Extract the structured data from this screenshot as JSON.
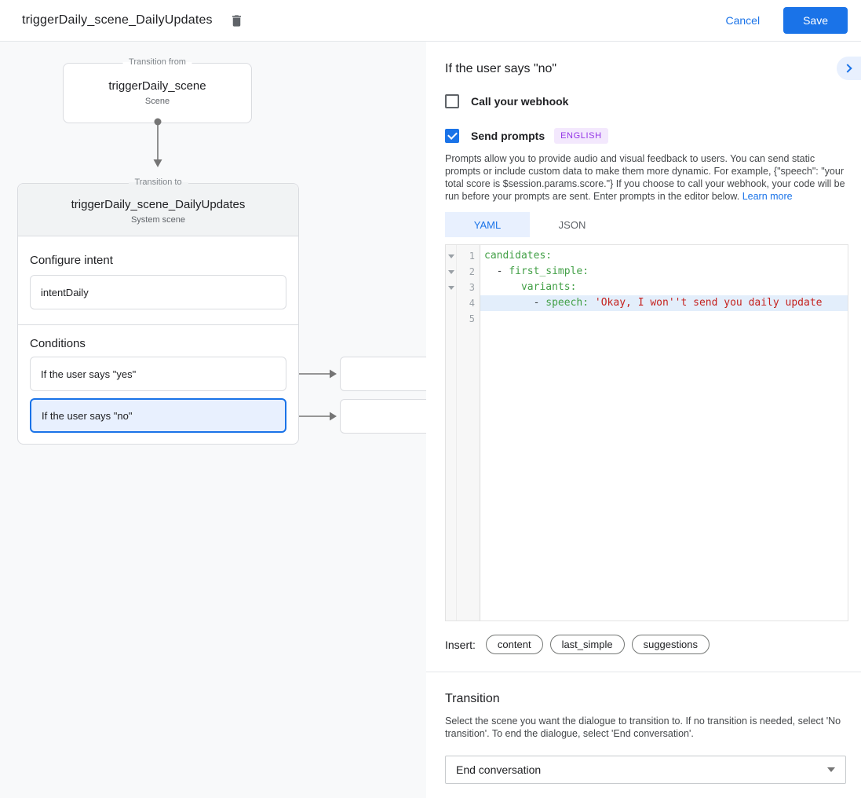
{
  "header": {
    "title": "triggerDaily_scene_DailyUpdates",
    "cancel_label": "Cancel",
    "save_label": "Save"
  },
  "canvas": {
    "from_box": {
      "legend": "Transition from",
      "title": "triggerDaily_scene",
      "subtitle": "Scene"
    },
    "to_box": {
      "legend": "Transition to",
      "title": "triggerDaily_scene_DailyUpdates",
      "subtitle": "System scene",
      "configure_intent_label": "Configure intent",
      "intent_value": "intentDaily",
      "conditions_label": "Conditions",
      "conditions": [
        {
          "label": "If the user says \"yes\"",
          "selected": false
        },
        {
          "label": "If the user says \"no\"",
          "selected": true
        }
      ]
    }
  },
  "panel": {
    "title": "If the user says \"no\"",
    "webhook_label": "Call your webhook",
    "send_prompts_label": "Send prompts",
    "language_badge": "ENGLISH",
    "prompts_description": "Prompts allow you to provide audio and visual feedback to users. You can send static prompts or include custom data to make them more dynamic. For example, {\"speech\": \"your total score is $session.params.score.\"} If you choose to call your webhook, your code will be run before your prompts are sent. Enter prompts in the editor below.",
    "learn_more_label": "Learn more",
    "tabs": {
      "yaml": "YAML",
      "json": "JSON"
    },
    "editor": {
      "lines": [
        {
          "num": "1",
          "fold": true,
          "highlight": false,
          "segments": [
            {
              "text": "candidates:",
              "type": "key"
            }
          ]
        },
        {
          "num": "2",
          "fold": true,
          "highlight": false,
          "segments": [
            {
              "text": "  - ",
              "type": "plain"
            },
            {
              "text": "first_simple:",
              "type": "key"
            }
          ]
        },
        {
          "num": "3",
          "fold": true,
          "highlight": false,
          "segments": [
            {
              "text": "      ",
              "type": "plain"
            },
            {
              "text": "variants:",
              "type": "key"
            }
          ]
        },
        {
          "num": "4",
          "fold": false,
          "highlight": true,
          "segments": [
            {
              "text": "        - ",
              "type": "plain"
            },
            {
              "text": "speech: ",
              "type": "key"
            },
            {
              "text": "'Okay, I won''t send you daily update",
              "type": "string"
            }
          ]
        },
        {
          "num": "5",
          "fold": false,
          "highlight": false,
          "segments": []
        }
      ]
    },
    "insert_label": "Insert:",
    "insert_chips": [
      "content",
      "last_simple",
      "suggestions"
    ],
    "transition": {
      "title": "Transition",
      "description": "Select the scene you want the dialogue to transition to. If no transition is needed, select 'No transition'. To end the dialogue, select 'End conversation'.",
      "selected_value": "End conversation"
    }
  }
}
